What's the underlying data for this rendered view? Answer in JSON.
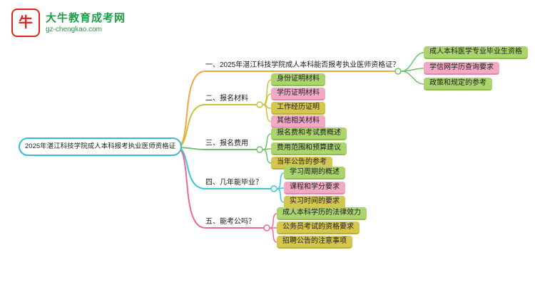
{
  "logo": {
    "icon_char": "牛",
    "title": "大牛教育成考网",
    "subtitle": "gz-chengkao.com"
  },
  "root": {
    "label": "2025年湛江科技学院成人本科报考执业医师资格证"
  },
  "branches": [
    {
      "label": "一、2025年湛江科技学院成人本科能否报考执业医师资格证？",
      "color": "#F5A43C",
      "leaves": [
        {
          "text": "成人本科医学专业毕业生资格",
          "color": "green"
        },
        {
          "text": "学信网学历查询要求",
          "color": "pink"
        },
        {
          "text": "政策和规定的参考",
          "color": "green"
        }
      ]
    },
    {
      "label": "二、报名材料",
      "color": "#CDC13F",
      "leaves": [
        {
          "text": "身份证明材料",
          "color": "green"
        },
        {
          "text": "学历证明材料",
          "color": "pink"
        },
        {
          "text": "工作经历证明",
          "color": "yellow"
        },
        {
          "text": "其他相关材料",
          "color": "pink"
        }
      ]
    },
    {
      "label": "三、报名费用",
      "color": "#6BC46B",
      "leaves": [
        {
          "text": "报名费和考试费概述",
          "color": "green"
        },
        {
          "text": "费用范围和预算建议",
          "color": "green"
        },
        {
          "text": "当年公告的参考",
          "color": "yellow"
        }
      ]
    },
    {
      "label": "四、几年能毕业？",
      "color": "#3BC6DB",
      "leaves": [
        {
          "text": "学习周期的概述",
          "color": "green"
        },
        {
          "text": "课程和学分要求",
          "color": "pink"
        },
        {
          "text": "实习时间的要求",
          "color": "yellow"
        }
      ]
    },
    {
      "label": "五、能考公吗？",
      "color": "#EE6A8C",
      "leaves": [
        {
          "text": "成人本科学历的法律效力",
          "color": "green"
        },
        {
          "text": "公务员考试的资格要求",
          "color": "yellow"
        },
        {
          "text": "招聘公告的注意事项",
          "color": "yellow"
        }
      ]
    }
  ],
  "palette": {
    "branch_orange": "#F5A43C",
    "branch_olive": "#CDC13F",
    "branch_green": "#6BC46B",
    "branch_cyan": "#3BC6DB",
    "branch_pink": "#EE6A8C",
    "root_accent": "#3BBCD4",
    "leaf_green": "#ABD36E",
    "leaf_pink": "#F2A9C4",
    "leaf_yellow": "#D5C74E",
    "logo_red": "#D9251C",
    "logo_green": "#1E9E4A"
  }
}
